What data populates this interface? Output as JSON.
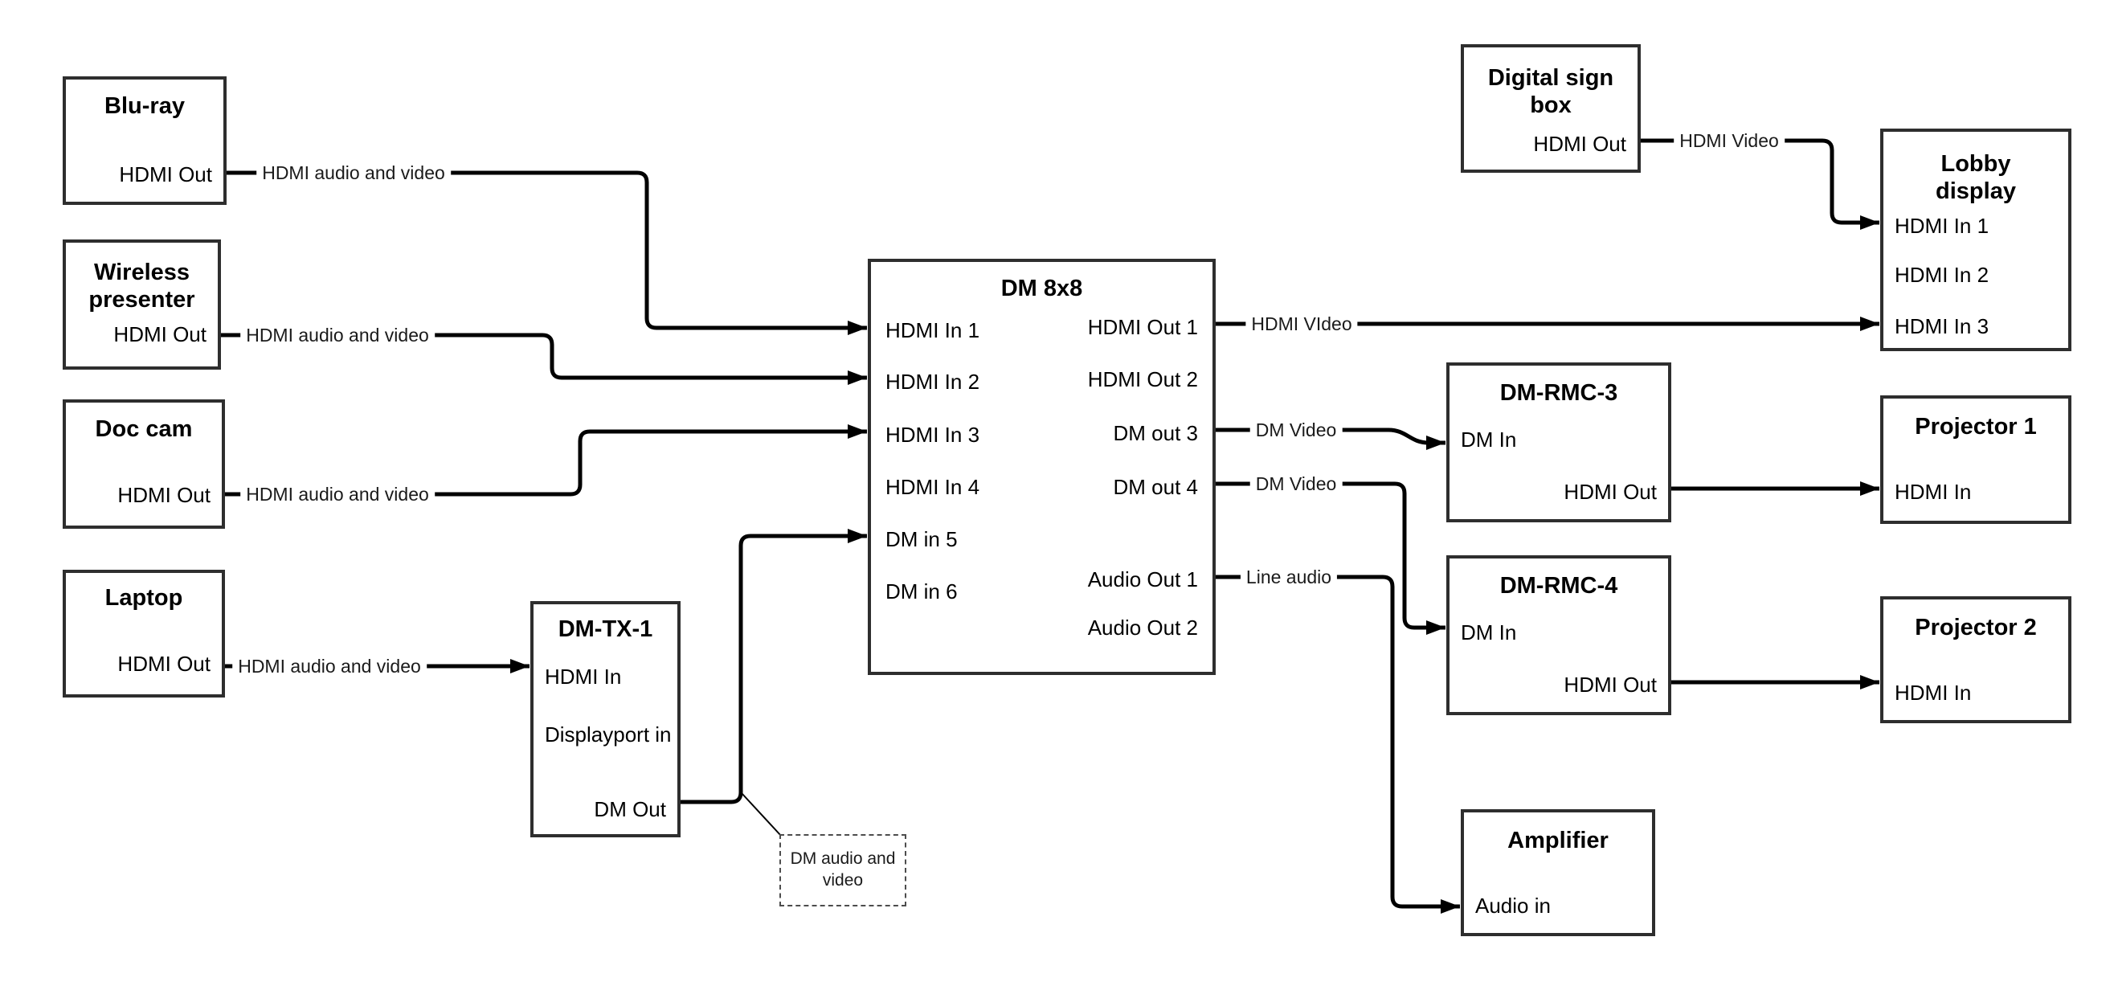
{
  "nodes": {
    "bluray": {
      "title": "Blu-ray",
      "port": "HDMI Out"
    },
    "wireless": {
      "title": "Wireless presenter",
      "port": "HDMI Out"
    },
    "doccam": {
      "title": "Doc cam",
      "port": "HDMI Out"
    },
    "laptop": {
      "title": "Laptop",
      "port": "HDMI Out"
    },
    "dmtx1": {
      "title": "DM-TX-1",
      "ports": [
        "HDMI In",
        "Displayport in",
        "DM Out"
      ]
    },
    "dm8x8": {
      "title": "DM 8x8",
      "inputs": [
        "HDMI In 1",
        "HDMI In 2",
        "HDMI In 3",
        "HDMI In 4",
        "DM in 5",
        "DM in 6"
      ],
      "outputs": [
        "HDMI Out 1",
        "HDMI Out 2",
        "DM out 3",
        "DM out 4",
        "Audio Out 1",
        "Audio Out 2"
      ]
    },
    "digitalsign": {
      "title": "Digital sign box",
      "port": "HDMI Out"
    },
    "lobby": {
      "title": "Lobby display",
      "inputs": [
        "HDMI In 1",
        "HDMI In 2",
        "HDMI In 3"
      ]
    },
    "rmc3": {
      "title": "DM-RMC-3",
      "in": "DM In",
      "out": "HDMI Out"
    },
    "proj1": {
      "title": "Projector 1",
      "in": "HDMI In"
    },
    "rmc4": {
      "title": "DM-RMC-4",
      "in": "DM In",
      "out": "HDMI Out"
    },
    "proj2": {
      "title": "Projector 2",
      "in": "HDMI In"
    },
    "amp": {
      "title": "Amplifier",
      "in": "Audio in"
    }
  },
  "edge_labels": {
    "bluray": "HDMI audio and video",
    "wireless": "HDMI audio and video",
    "doccam": "HDMI audio and video",
    "laptop": "HDMI audio and video",
    "out1": "HDMI VIdeo",
    "sign": "HDMI Video",
    "out3": "DM Video",
    "out4": "DM Video",
    "audio": "Line audio"
  },
  "note": "DM audio and video",
  "colors": {
    "line": "#000000",
    "box_border": "#2e2e2e",
    "background": "#ffffff"
  }
}
